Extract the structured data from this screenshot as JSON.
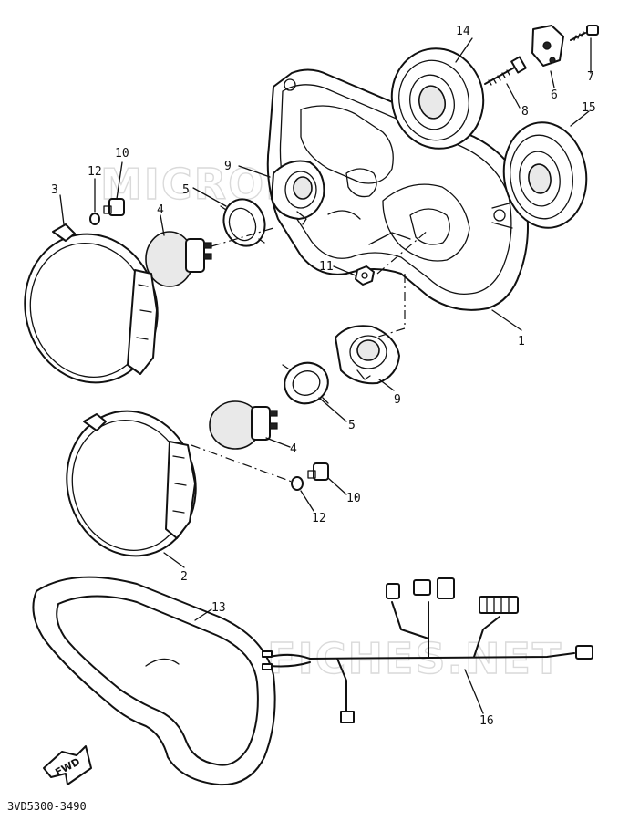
{
  "diagram": {
    "drawing_code": "3VD5300-3490",
    "direction_label": "FWD",
    "watermark": "MICROFICHES.NET",
    "callouts": {
      "c1": "1",
      "c2": "2",
      "c3": "3",
      "c4a": "4",
      "c4b": "4",
      "c5a": "5",
      "c5b": "5",
      "c6": "6",
      "c7": "7",
      "c8": "8",
      "c9a": "9",
      "c9b": "9",
      "c10a": "10",
      "c10b": "10",
      "c11": "11",
      "c12a": "12",
      "c12b": "12",
      "c13": "13",
      "c14": "14",
      "c15": "15",
      "c16": "16"
    }
  }
}
